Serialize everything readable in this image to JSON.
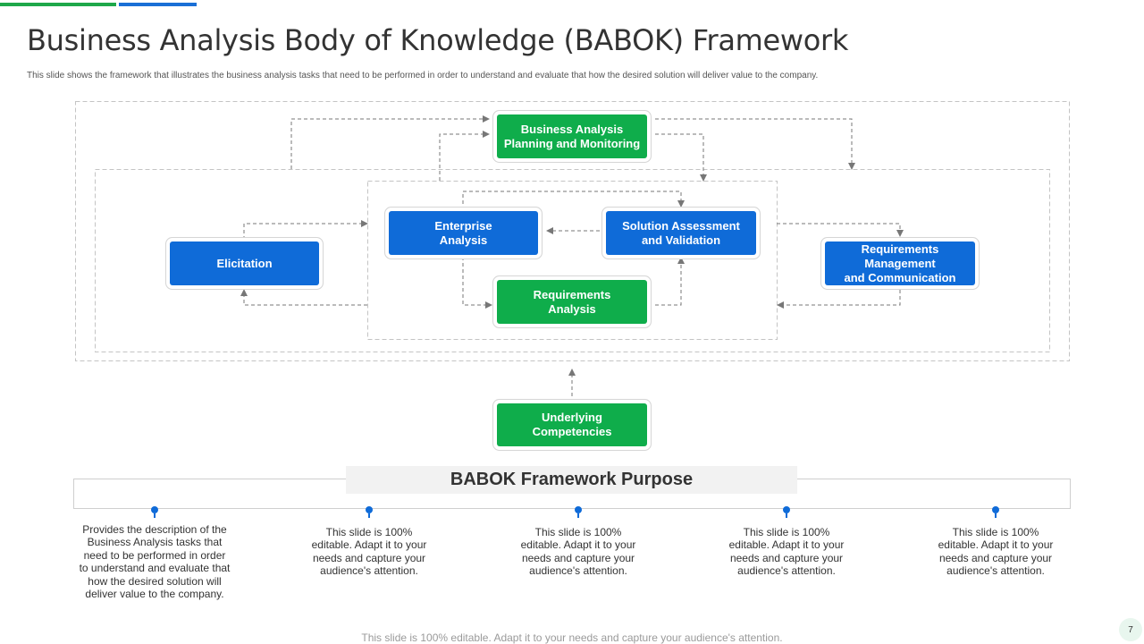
{
  "header": {
    "title": "Business Analysis Body of Knowledge (BABOK) Framework",
    "subtitle": "This slide shows the framework that illustrates the business analysis tasks that need to be performed in order to understand and evaluate that how the desired solution will deliver value to the company."
  },
  "nodes": {
    "planning": "Business Analysis\nPlanning and Monitoring",
    "enterprise": "Enterprise\nAnalysis",
    "solution": "Solution Assessment\nand Validation",
    "elicitation": "Elicitation",
    "requirements_mgmt": "Requirements Management\nand Communication",
    "requirements_analysis": "Requirements\nAnalysis",
    "competencies": "Underlying\nCompetencies"
  },
  "purpose": {
    "title": "BABOK Framework Purpose",
    "items": [
      "Provides the description of the Business Analysis tasks that need to be performed in order to understand and evaluate that how the desired solution will deliver value to the company.",
      "This slide is 100% editable. Adapt it to your needs and capture your audience's attention.",
      "This slide is 100% editable. Adapt it to your needs and capture your audience's attention.",
      "This slide is 100% editable. Adapt it to your needs and capture your audience's attention.",
      "This slide is 100% editable. Adapt it to your needs and capture your audience's attention."
    ]
  },
  "footer": "This slide is 100% editable. Adapt it to your needs and capture your audience's attention.",
  "page_number": "7",
  "colors": {
    "green": "#0fad4b",
    "blue": "#0f6bd8",
    "line": "#777777"
  }
}
